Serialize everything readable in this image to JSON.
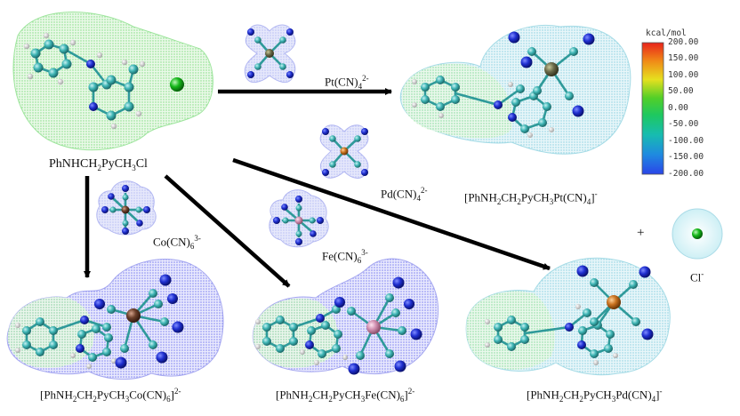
{
  "reactant": {
    "base": "PhNHCH",
    "s1": "2",
    "mid": "PyCH",
    "s2": "3",
    "end": "Cl"
  },
  "reagents": [
    {
      "id": "pt",
      "base": "Pt(CN)",
      "sub": "4",
      "sup": "2-"
    },
    {
      "id": "pd",
      "base": "Pd(CN)",
      "sub": "4",
      "sup": "2-"
    },
    {
      "id": "co",
      "base": "Co(CN)",
      "sub": "6",
      "sup": "3-"
    },
    {
      "id": "fe",
      "base": "Fe(CN)",
      "sub": "6",
      "sup": "3-"
    }
  ],
  "products": [
    {
      "id": "pt",
      "parts": [
        "[PhNH",
        "2",
        "CH",
        "2",
        "PyCH",
        "3",
        "Pt(CN)",
        "4",
        "]",
        "-"
      ]
    },
    {
      "id": "co",
      "parts": [
        "[PhNH",
        "2",
        "CH",
        "2",
        "PyCH",
        "3",
        "Co(CN)",
        "6",
        "]",
        "2-"
      ]
    },
    {
      "id": "fe",
      "parts": [
        "[PhNH",
        "2",
        "CH",
        "2",
        "PyCH",
        "3",
        "Fe(CN)",
        "6",
        "]",
        "2-"
      ]
    },
    {
      "id": "pd",
      "parts": [
        "[PhNH",
        "2",
        "CH",
        "2",
        "PyCH",
        "3",
        "Pd(CN)",
        "4",
        "]",
        "-"
      ]
    }
  ],
  "plus": "+",
  "chloride": {
    "base": "Cl",
    "sup": "-"
  },
  "colorbar": {
    "unit": "kcal/mol",
    "ticks": [
      "200.00",
      "150.00",
      "100.00",
      "50.00",
      "0.00",
      "-50.00",
      "-100.00",
      "-150.00",
      "-200.00"
    ],
    "colors": [
      "#e8231b",
      "#f08a17",
      "#e6e01f",
      "#52cf28",
      "#1ec860",
      "#17bcb0",
      "#1f8ae0",
      "#2a45e8"
    ]
  },
  "colors": {
    "surface_green": "#86e38a",
    "surface_blue": "#8c8cf2",
    "surface_teal": "#8fd8e2",
    "atom_carbon": "#3fb5b5",
    "atom_nitrogen": "#1f2fd0",
    "atom_hydrogen": "#e4e4e4",
    "atom_chloride": "#16b81a",
    "metal_pt": "#6b6b4a",
    "metal_pd": "#c8721f",
    "metal_co": "#6b3f2a",
    "metal_fe": "#d08fb0"
  }
}
